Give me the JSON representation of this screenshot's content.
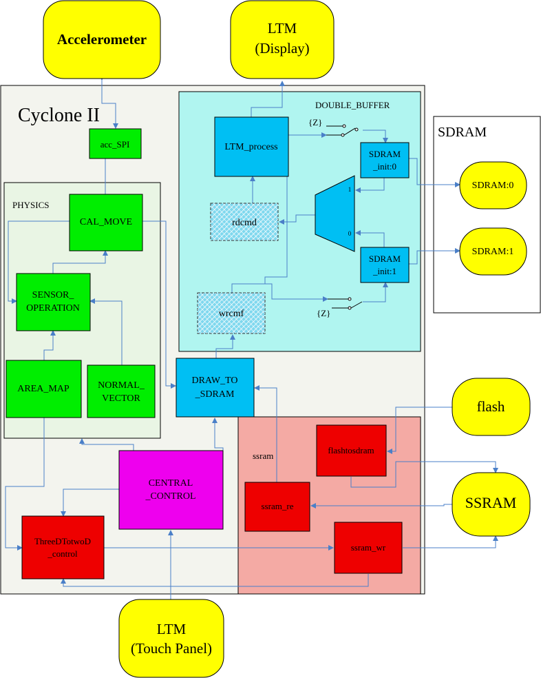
{
  "external": {
    "accelerometer": "Accelerometer",
    "ltm_display_line1": "LTM",
    "ltm_display_line2": "(Display)",
    "ltm_touch_line1": "LTM",
    "ltm_touch_line2": "(Touch Panel)",
    "flash": "flash",
    "ssram": "SSRAM"
  },
  "fpga": {
    "title": "Cyclone II",
    "acc_spi": "acc_SPI"
  },
  "physics": {
    "title": "PHYSICS",
    "cal_move": "CAL_MOVE",
    "sensor_line1": "SENSOR_",
    "sensor_line2": "OPERATION",
    "area_map": "AREA_MAP",
    "normal_line1": "NORMAL_",
    "normal_line2": "VECTOR"
  },
  "double_buffer": {
    "title": "DOUBLE_BUFFER",
    "ltm_process": "LTM_process",
    "rdcmd": "rdcmd",
    "wrcmf": "wrcmf",
    "sdram_init0_line1": "SDRAM",
    "sdram_init0_line2": "_init:0",
    "sdram_init1_line1": "SDRAM",
    "sdram_init1_line2": "_init:1",
    "mux_in1": "1",
    "mux_in0": "0",
    "z_top": "{Z}",
    "z_bottom": "{Z}"
  },
  "draw_to_sdram_line1": "DRAW_TO",
  "draw_to_sdram_line2": "_SDRAM",
  "central_line1": "CENTRAL",
  "central_line2": "_CONTROL",
  "threed_line1": "ThreeDTotwoD",
  "threed_line2": "_control",
  "ssram_block": {
    "title": "ssram",
    "flashtosdram": "flashtosdram",
    "ssram_re": "ssram_re",
    "ssram_wr": "ssram_wr"
  },
  "sdram_group": {
    "title": "SDRAM",
    "sdram0": "SDRAM:0",
    "sdram1": "SDRAM:1"
  },
  "colors": {
    "external": "#ffff00",
    "module_green": "#00ee00",
    "module_blue": "#00bff3",
    "module_red": "#ee0000",
    "module_magenta": "#ee00ee",
    "wire": "#4a7fc8",
    "double_buffer_bg": "#b0f5f0",
    "ssram_bg": "#f4aaa4",
    "physics_bg": "#e9f5e4",
    "fpga_bg": "#f3f4ee"
  }
}
